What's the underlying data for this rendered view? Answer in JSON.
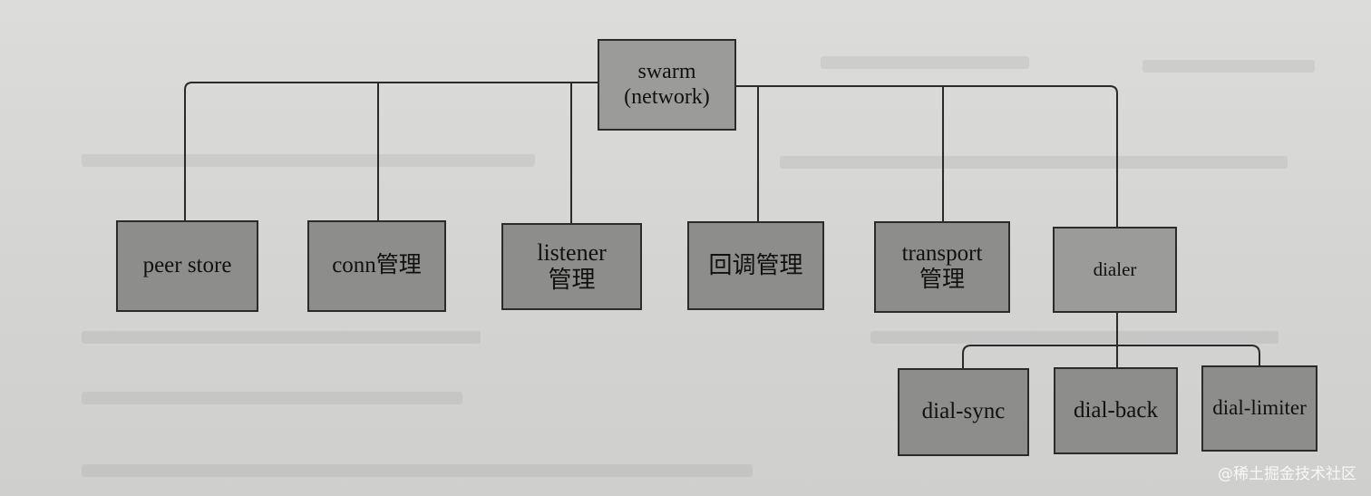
{
  "diagram": {
    "root": {
      "line1": "swarm",
      "line2": "(network)"
    },
    "children": [
      {
        "id": "peer-store",
        "lines": [
          "peer store"
        ]
      },
      {
        "id": "conn",
        "lines": [
          "conn管理"
        ]
      },
      {
        "id": "listener",
        "lines": [
          "listener",
          "管理"
        ]
      },
      {
        "id": "callback",
        "lines": [
          "回调管理"
        ]
      },
      {
        "id": "transport",
        "lines": [
          "transport",
          "管理"
        ]
      },
      {
        "id": "dialer",
        "lines": [
          "dialer"
        ]
      }
    ],
    "dialer_children": [
      {
        "id": "dial-sync",
        "lines": [
          "dial-sync"
        ]
      },
      {
        "id": "dial-back",
        "lines": [
          "dial-back"
        ]
      },
      {
        "id": "dial-limiter",
        "lines": [
          "dial-limiter"
        ]
      }
    ]
  },
  "watermark": "@稀土掘金技术社区"
}
